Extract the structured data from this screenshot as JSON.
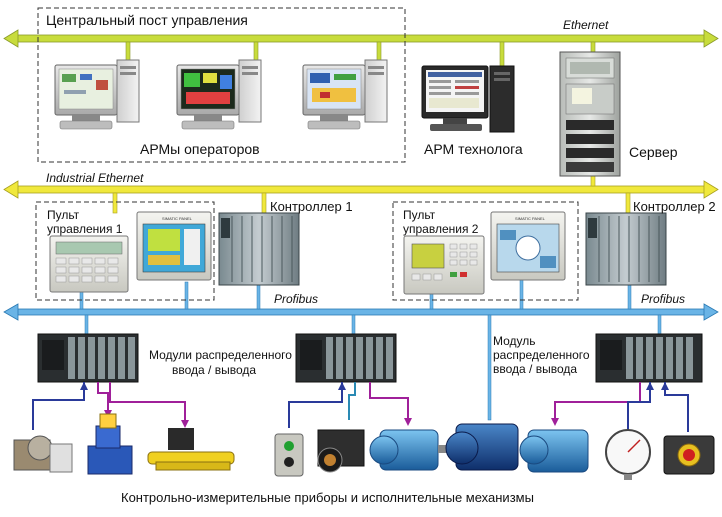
{
  "diagram": {
    "groups": {
      "central_post": "Центральный пост управления",
      "operators": "АРМы операторов",
      "technologist": "АРМ технолога",
      "server": "Сервер",
      "panel1": "Пульт управления 1",
      "panel1_line1": "Пульт",
      "panel1_line2": "управления 1",
      "panel2_line1": "Пульт",
      "panel2_line2": "управления 2",
      "controller1": "Контроллер 1",
      "controller2": "Контроллер 2",
      "io1_line1": "Модули распределенного",
      "io1_line2": "ввода / вывода",
      "io2_line1": "Модуль",
      "io2_line2": "распределенного",
      "io2_line3": "ввода / вывода",
      "field": "Контрольно-измерительные приборы и исполнительные механизмы"
    },
    "buses": {
      "ethernet": "Ethernet",
      "industrial_ethernet": "Industrial Ethernet",
      "profibus_left": "Profibus",
      "profibus_right": "Profibus"
    },
    "panel_brand": "SIMATIC PANEL",
    "colors": {
      "ethernet_bus": "#c8dc3c",
      "industrial_bus": "#f0e83c",
      "profibus_bus": "#6ab4e6",
      "blue_link": "#2a3a9a",
      "purple_link": "#a0209a",
      "cyan_link": "#2a8ab4",
      "dark_link": "#3a3a3a"
    }
  }
}
